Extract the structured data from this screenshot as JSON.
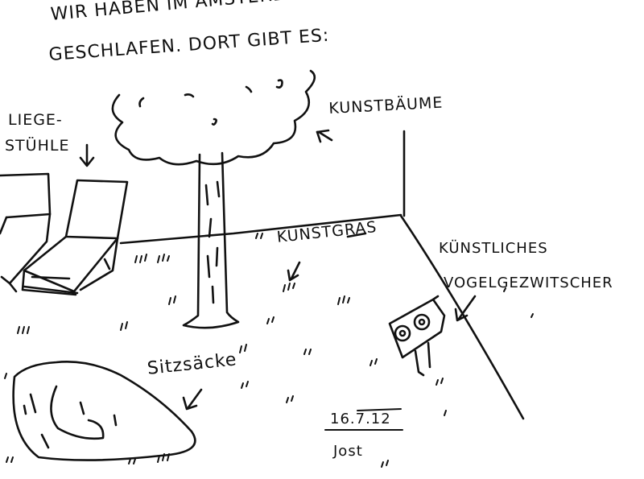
{
  "sketch": {
    "title_line1": "WIR HABEN IM AMSTERDAMER FLUGHAFEN",
    "title_line2": "GESCHLAFEN. DORT GIBT ES:",
    "label_kunstbaeume": "KUNSTBÄUME",
    "label_liege_1": "LIEGE-",
    "label_liege_2": "STÜHLE",
    "label_kunstgras": "KUNSTGRAS",
    "label_vogel_1": "KÜNSTLICHES",
    "label_vogel_2": "VOGELGEZWITSCHER",
    "label_sitzsaecke": "Sitzsäcke",
    "date": "16.7.12",
    "author": "Jost"
  },
  "style": {
    "ink_color": "#111111",
    "paper_color": "#ffffff"
  }
}
